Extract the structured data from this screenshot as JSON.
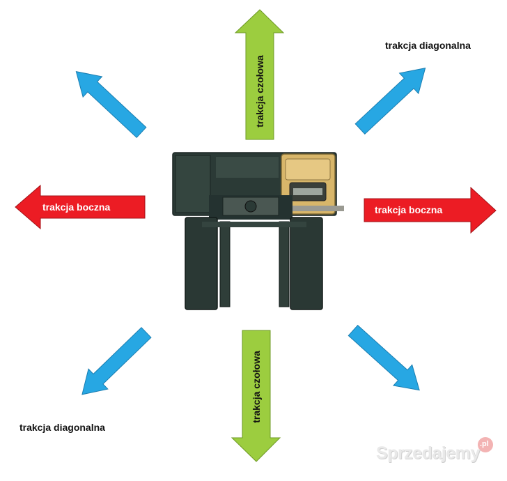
{
  "labels": {
    "front": "trakcja czołowa",
    "side": "trakcja boczna",
    "diagonal": "trakcja diagonalna"
  },
  "watermark": {
    "text": "Sprzedajemy",
    "badge": ".pl"
  },
  "colors": {
    "front_arrow": "#9ccd3f",
    "side_arrow": "#ec1c24",
    "diagonal_arrow": "#27a7e3"
  },
  "icons": {
    "vehicle": "reach-truck-top-view-icon"
  }
}
